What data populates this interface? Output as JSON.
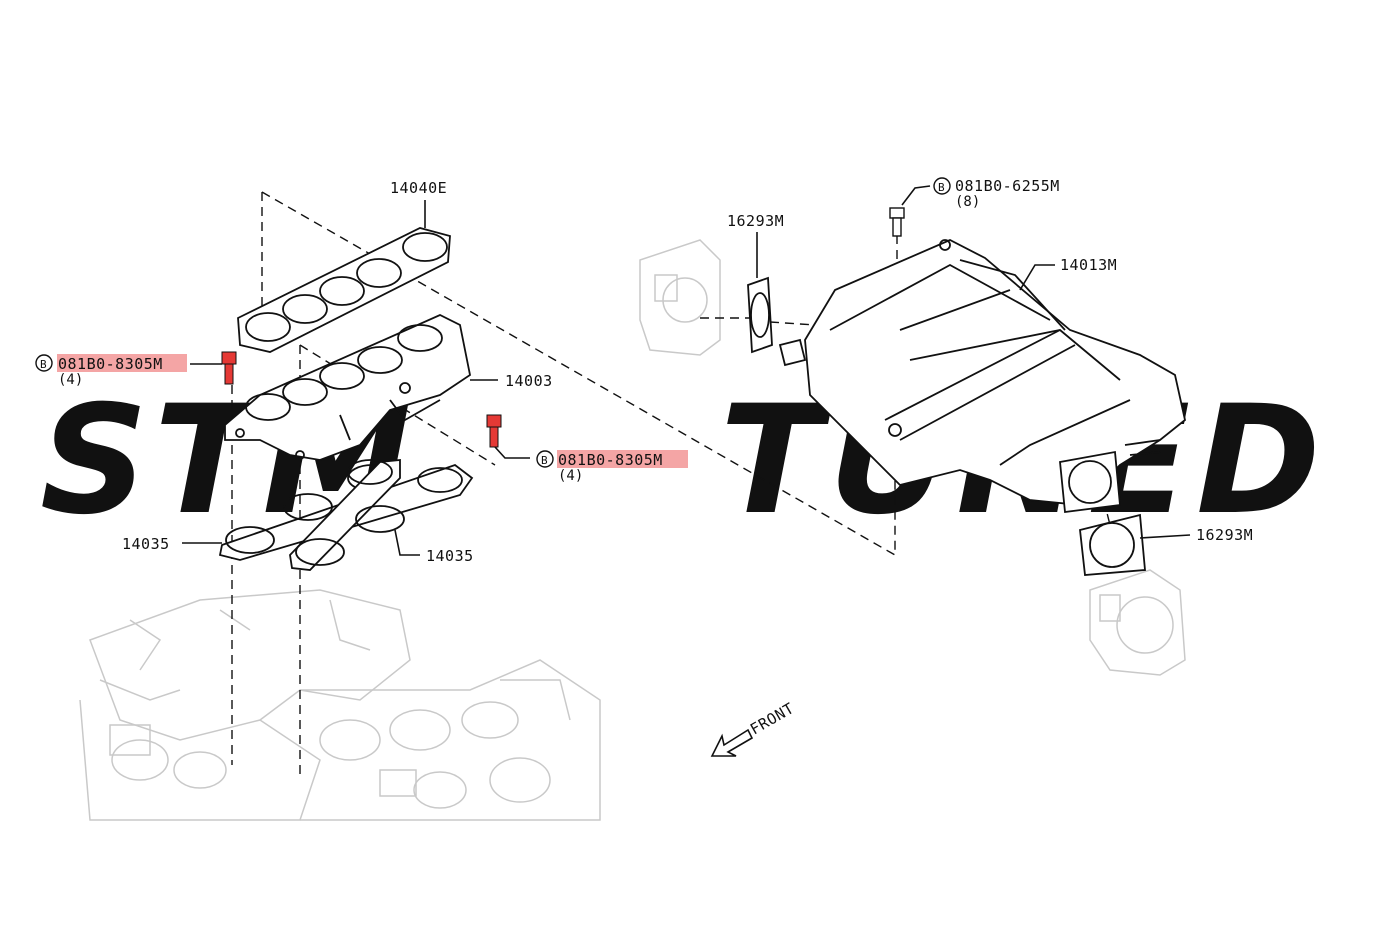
{
  "watermark": {
    "left": "STM",
    "right": "TUNED",
    "color_left": "#f6c9c9",
    "color_right": "#e6e6e6"
  },
  "callouts": {
    "gasket_upper": "14040E",
    "upper_manifold": "14013M",
    "throttle_gasket_top": "16293M",
    "throttle_gasket_bottom": "16293M",
    "lower_manifold": "14003",
    "gasket_left": "14035",
    "gasket_right": "14035"
  },
  "bolts": {
    "left": {
      "badge": "B",
      "part": "081B0-8305M",
      "qty": "(4)",
      "highlight": true
    },
    "middle": {
      "badge": "B",
      "part": "081B0-8305M",
      "qty": "(4)",
      "highlight": true
    },
    "top": {
      "badge": "B",
      "part": "081B0-6255M",
      "qty": "(8)",
      "highlight": false
    }
  },
  "front_label": "FRONT",
  "highlight_color": "#f4a5a5",
  "bolt_color": "#e53935"
}
